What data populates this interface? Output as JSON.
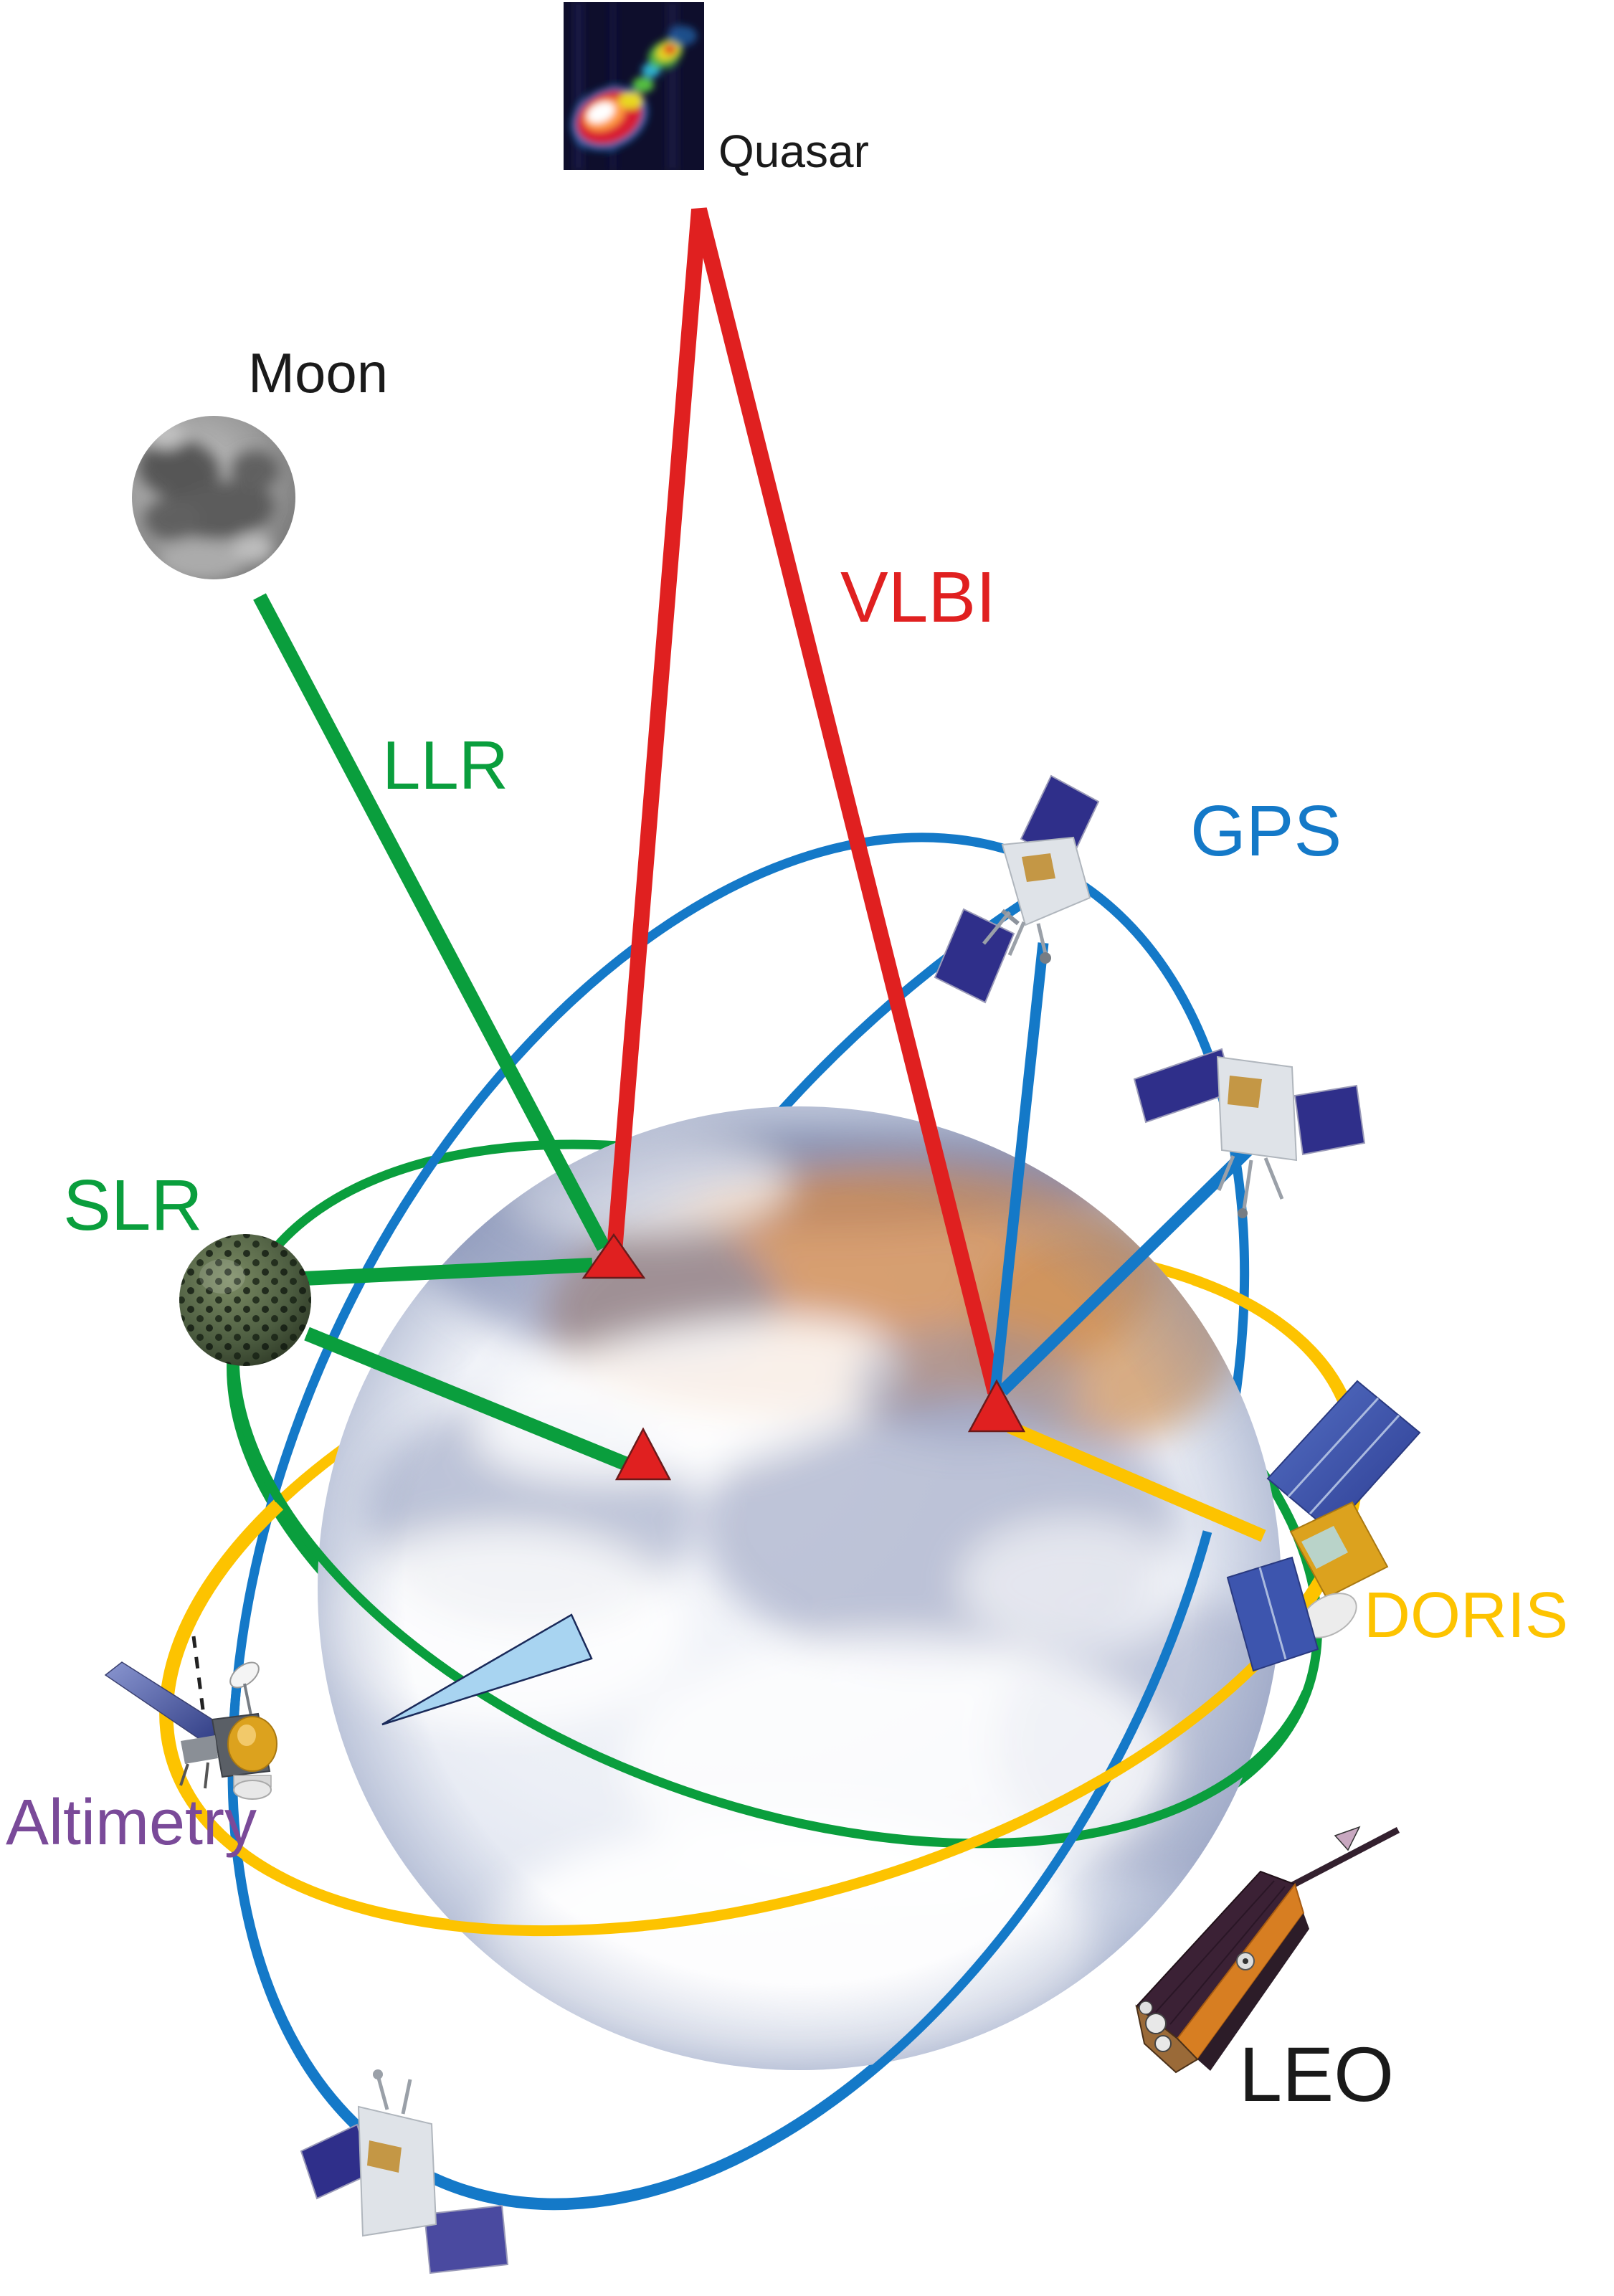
{
  "figure": {
    "type": "space-geodesy-techniques-diagram",
    "labels": {
      "quasar": "Quasar",
      "moon": "Moon",
      "vlbi": "VLBI",
      "llr": "LLR",
      "gps": "GPS",
      "slr": "SLR",
      "doris": "DORIS",
      "altimetry": "Altimetry",
      "leo": "LEO"
    },
    "colors": {
      "vlbi_red": "#e02020",
      "laser_green": "#0a9e3d",
      "gps_blue": "#1479c8",
      "doris_yellow": "#fdc300",
      "altimetry_purple": "#7a4a99",
      "text_black": "#1a1a1a",
      "beam_lightblue": "#a8d4f1"
    }
  }
}
